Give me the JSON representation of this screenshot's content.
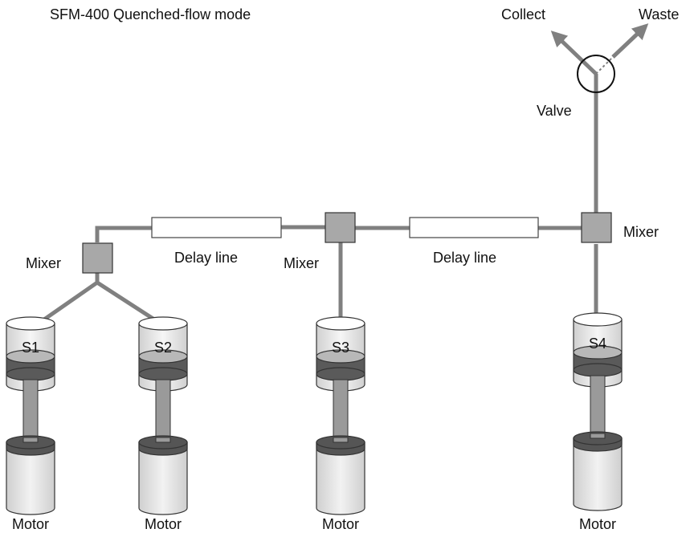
{
  "title": "SFM-400 Quenched-flow mode",
  "valve": {
    "label": "Valve",
    "outlets": [
      "Collect",
      "Waste"
    ]
  },
  "mixers": [
    {
      "label": "Mixer"
    },
    {
      "label": "Mixer"
    },
    {
      "label": "Mixer"
    }
  ],
  "delay_lines": [
    {
      "label": "Delay line"
    },
    {
      "label": "Delay line"
    }
  ],
  "syringes": [
    {
      "label": "S1",
      "motor": "Motor"
    },
    {
      "label": "S2",
      "motor": "Motor"
    },
    {
      "label": "S3",
      "motor": "Motor"
    },
    {
      "label": "S4",
      "motor": "Motor"
    }
  ],
  "colors": {
    "pipe": "#808080",
    "mixer_fill": "#a8a8a8",
    "plunger_dark": "#5a5a5a",
    "plunger_light": "#b8b8b8",
    "motor_top": "#555555",
    "motor_body": "#e8e8e8"
  }
}
